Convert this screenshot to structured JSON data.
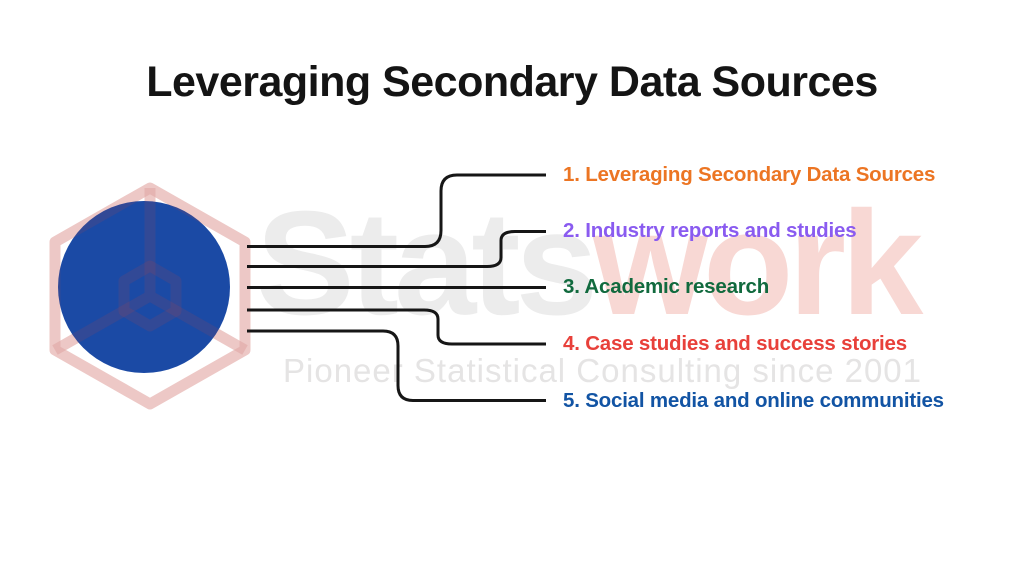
{
  "title": "Leveraging Secondary Data Sources",
  "watermark": {
    "brand_part1": "Stats",
    "brand_part2": "work",
    "brand_color1": "#ECECEC",
    "brand_color2": "#F8D8D4",
    "tagline": "Pioneer Statistical Consulting since 2001",
    "tagline_color": "#E5E4E4",
    "logo_icon": "hexagon-cube-icon"
  },
  "diagram": {
    "node_shape": "circle",
    "node_color": "#1B4AA5",
    "connector_color": "#161616",
    "items": [
      {
        "label": "1. Leveraging Secondary Data Sources",
        "color": "#EC7523"
      },
      {
        "label": "2. Industry reports and studies",
        "color": "#8A5BF0"
      },
      {
        "label": "3. Academic research",
        "color": "#116A3E"
      },
      {
        "label": "4. Case studies and success stories",
        "color": "#E8403A"
      },
      {
        "label": "5. Social media and online communities",
        "color": "#1254A4"
      }
    ]
  }
}
